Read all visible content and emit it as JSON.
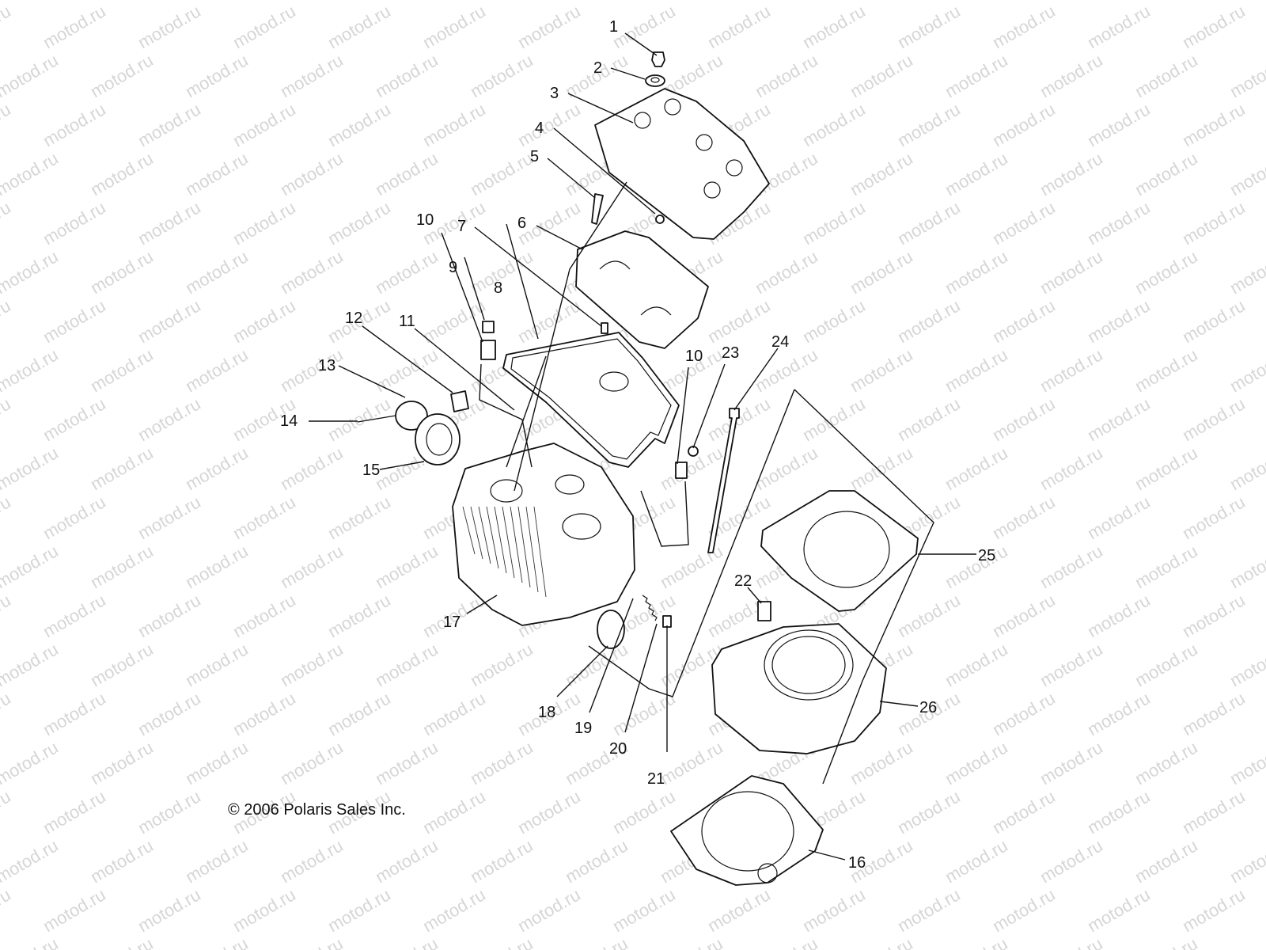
{
  "watermark": "motod.ru",
  "copyright": "© 2006 Polaris Sales Inc.",
  "callouts": [
    "1",
    "2",
    "3",
    "4",
    "5",
    "6",
    "7",
    "8",
    "9",
    "10",
    "11",
    "12",
    "13",
    "14",
    "15",
    "17",
    "18",
    "19",
    "20",
    "21",
    "10",
    "23",
    "24",
    "25",
    "22",
    "26",
    "16"
  ],
  "colors": {
    "line": "#111111",
    "watermark": "#d6d6d6",
    "background": "#ffffff"
  }
}
